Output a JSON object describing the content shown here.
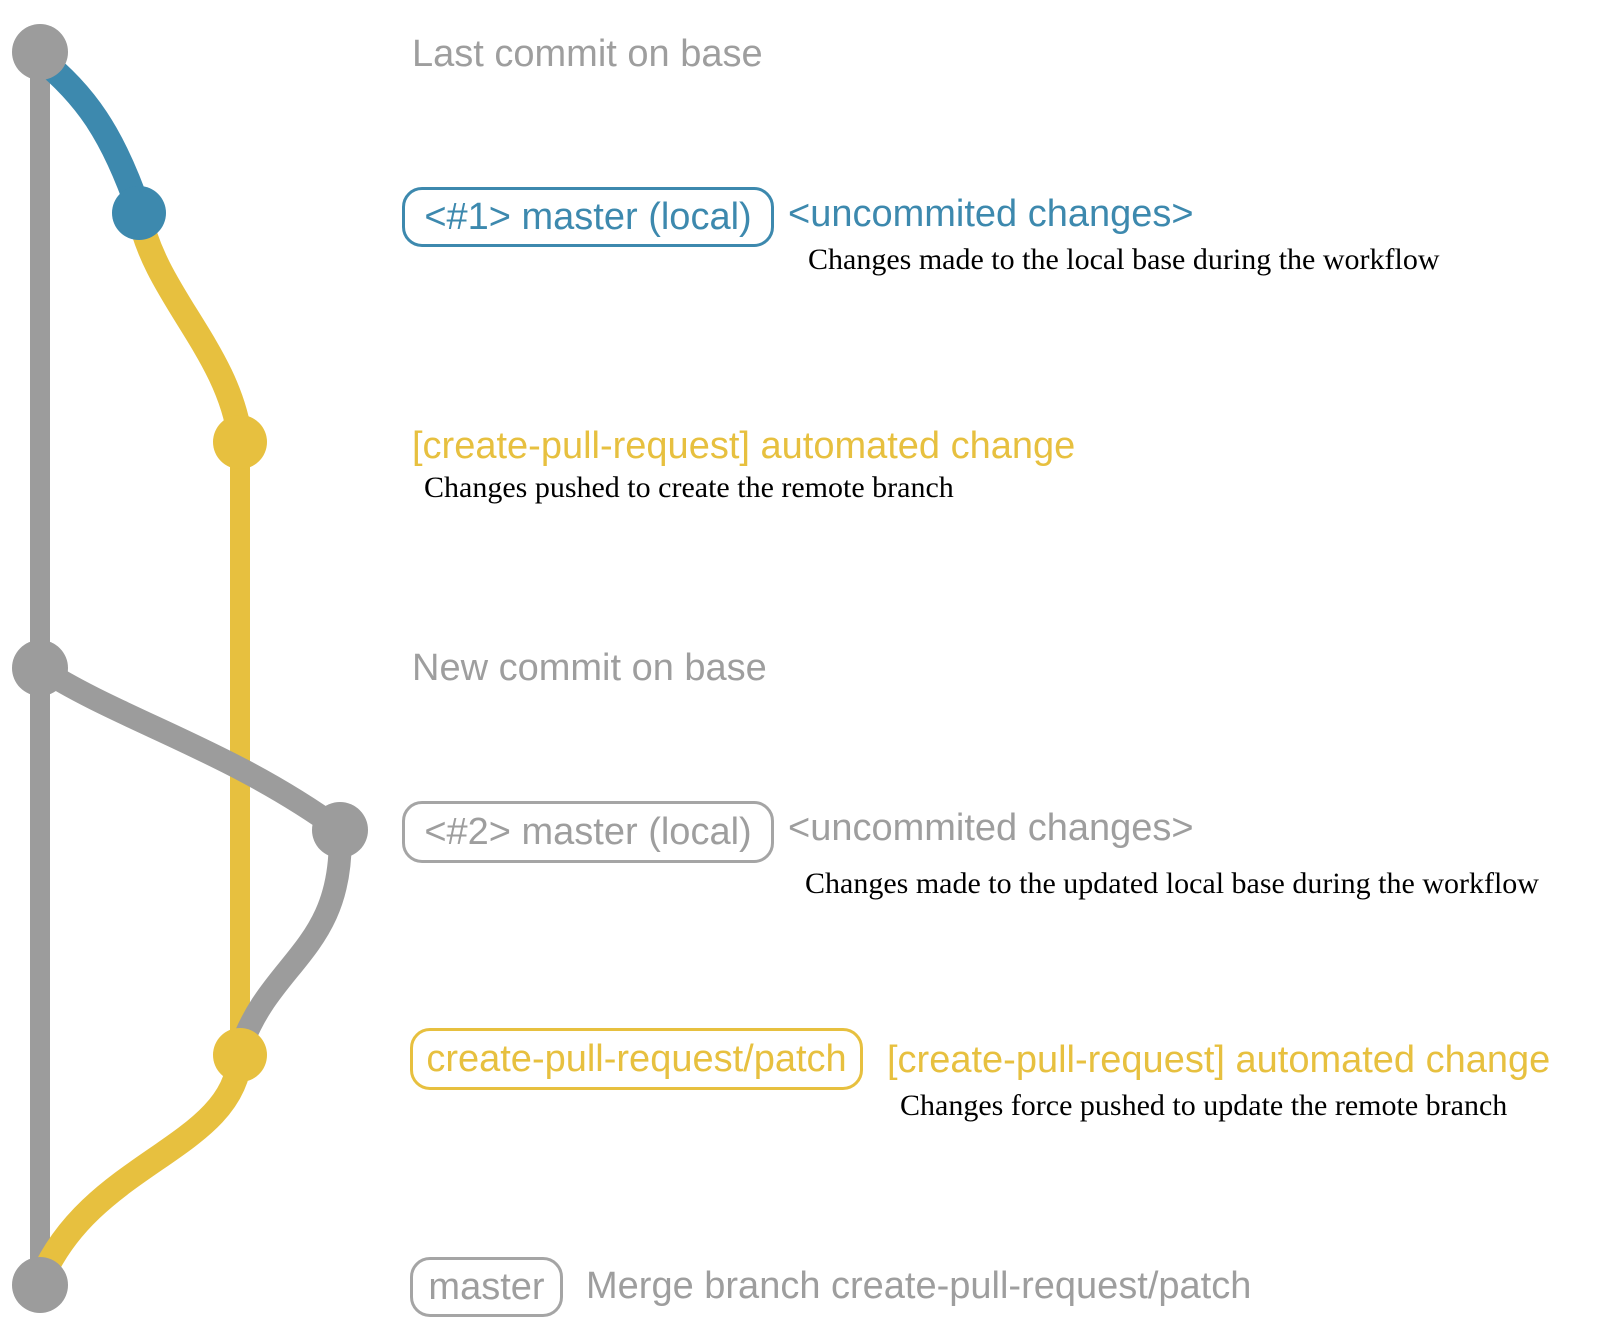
{
  "colors": {
    "branch_blue": "#3d89ae",
    "branch_yellow": "#e7c03f",
    "branch_gray": "#9c9c9c",
    "label_gray": "#9e9e9e",
    "note_black": "#000000"
  },
  "steps": {
    "last_commit": {
      "label": "Last commit on base"
    },
    "run1": {
      "badge": "<#1> master (local)",
      "status": "<uncommited changes>",
      "note": "Changes made to the local base during the workflow"
    },
    "push1": {
      "message": "[create-pull-request] automated change",
      "note": "Changes pushed to create the remote branch"
    },
    "new_commit": {
      "label": "New commit on base"
    },
    "run2": {
      "badge": "<#2> master (local)",
      "status": "<uncommited changes>",
      "note": "Changes made to the updated local base during the workflow"
    },
    "push2": {
      "badge": "create-pull-request/patch",
      "message": "[create-pull-request] automated change",
      "note": "Changes force pushed to update the remote branch"
    },
    "merge": {
      "badge": "master",
      "message": "Merge branch create-pull-request/patch"
    }
  }
}
